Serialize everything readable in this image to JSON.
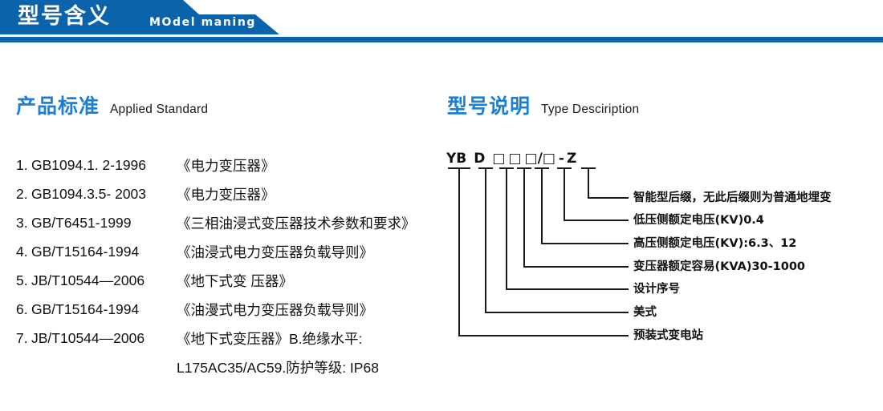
{
  "header": {
    "title_cn": "型号含义",
    "title_en": "MOdel maning",
    "accent_color": "#0B63AB"
  },
  "sections": {
    "left": {
      "title_cn": "产品标准",
      "title_en": "Applied Standard",
      "accent_color": "#1C7FD6"
    },
    "right": {
      "title_cn": "型号说明",
      "title_en": "Type Desciription",
      "accent_color": "#1C7FD6"
    }
  },
  "standards": [
    {
      "num": "1.",
      "code": "GB1094.1. 2-1996",
      "name": "《电力变压器》"
    },
    {
      "num": "2.",
      "code": "GB1094.3.5- 2003",
      "name": "《电力变压器》"
    },
    {
      "num": "3.",
      "code": "GB/T6451-1999",
      "name": "《三相油浸式变压器技术参数和要求》"
    },
    {
      "num": "4.",
      "code": "GB/T15164-1994",
      "name": "《油浸式电力变压器负载导则》"
    },
    {
      "num": "5.",
      "code": "JB/T10544—2006",
      "name": "《地下式变 压器》"
    },
    {
      "num": "6.",
      "code": "GB/T15164-1994",
      "name": "《油漫式电力变压器负载导则》"
    },
    {
      "num": "7.",
      "code": "JB/T10544—2006",
      "name": "《地下式变压器》B.绝缘水平:"
    }
  ],
  "standards_continuation": "L175AC35/AC59.防护等级: IP68",
  "model_code": {
    "tokens": [
      "YB",
      "D",
      "□",
      "□",
      "□",
      "/",
      "□",
      "-",
      "Z"
    ],
    "display": "YB D □□□/□ - Z"
  },
  "callouts": [
    {
      "key": "suffix",
      "text": "智能型后缀，无此后缀则为普通地埋变"
    },
    {
      "key": "lv",
      "text": "低压侧额定电压(KV)0.4"
    },
    {
      "key": "hv",
      "text": "高压侧额定电压(KV):6.3、12"
    },
    {
      "key": "capacity",
      "text": "变压器额定容易(KVA)30-1000"
    },
    {
      "key": "design_no",
      "text": "设计序号"
    },
    {
      "key": "american",
      "text": "美式"
    },
    {
      "key": "substation",
      "text": "预装式变电站"
    }
  ]
}
